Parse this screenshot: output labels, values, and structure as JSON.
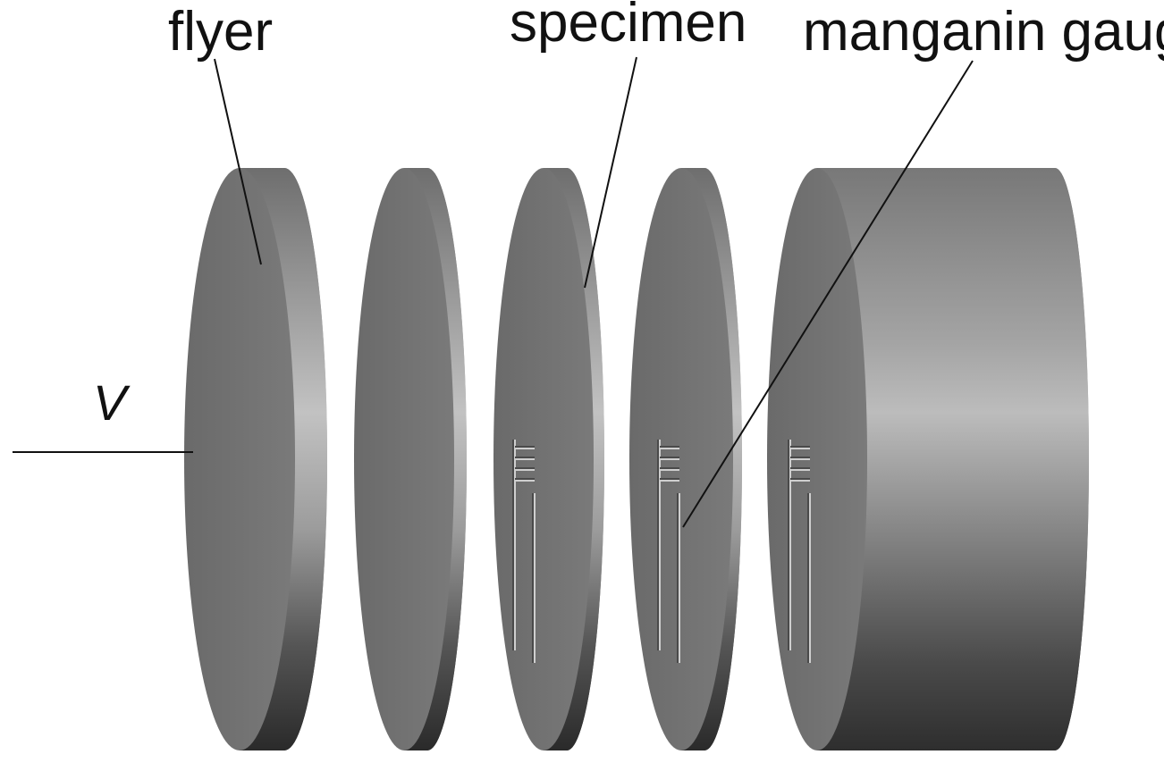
{
  "labels": {
    "flyer": "flyer",
    "specimen": "specimen",
    "manganin_gauge": "manganin gauge",
    "velocity": "V"
  },
  "colors": {
    "background": "#ffffff",
    "face": "#727272",
    "rim_light": "#bdbdbd",
    "rim_dark": "#2c2c2c",
    "line": "#111111"
  }
}
